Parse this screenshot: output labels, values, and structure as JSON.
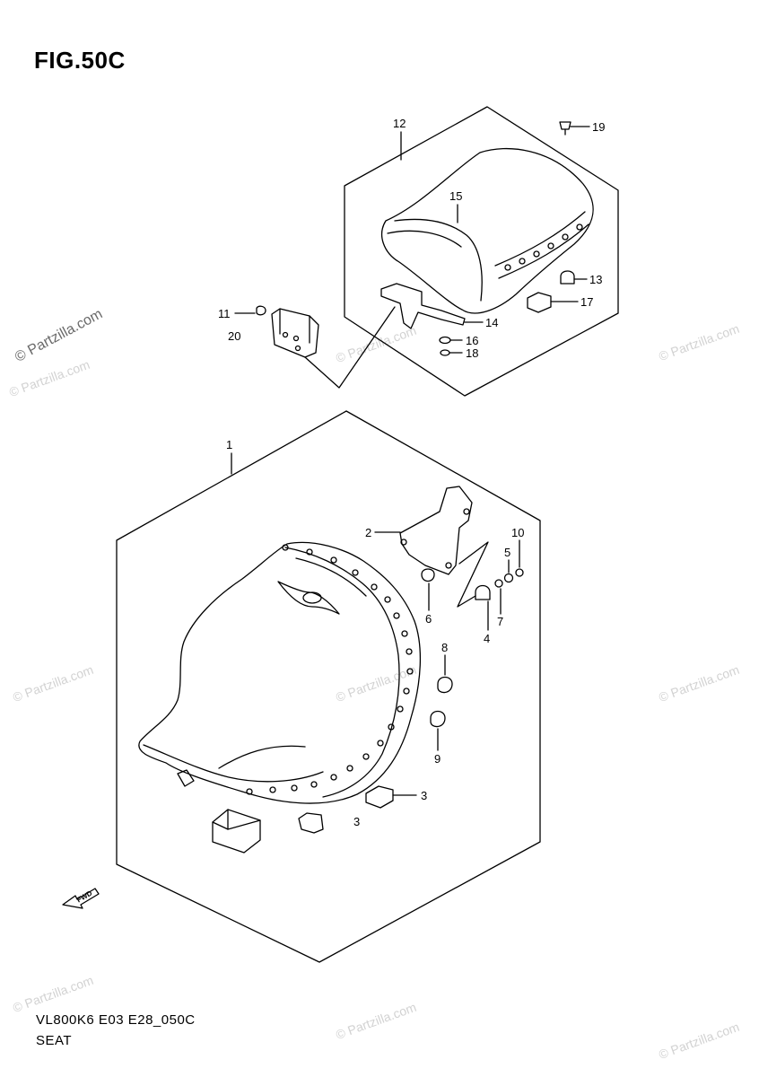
{
  "figure": {
    "title": "FIG.50C",
    "code": "VL800K6 E03 E28_050C",
    "name": "SEAT"
  },
  "watermark": {
    "text": "© Partzilla.com"
  },
  "callouts": {
    "p1": "1",
    "p2": "2",
    "p3a": "3",
    "p3b": "3",
    "p4": "4",
    "p5": "5",
    "p6": "6",
    "p7": "7",
    "p8": "8",
    "p9": "9",
    "p10": "10",
    "p11": "11",
    "p12": "12",
    "p13": "13",
    "p14": "14",
    "p15": "15",
    "p16": "16",
    "p17": "17",
    "p18": "18",
    "p19": "19",
    "p20": "20"
  },
  "fwd_label": "FWD"
}
